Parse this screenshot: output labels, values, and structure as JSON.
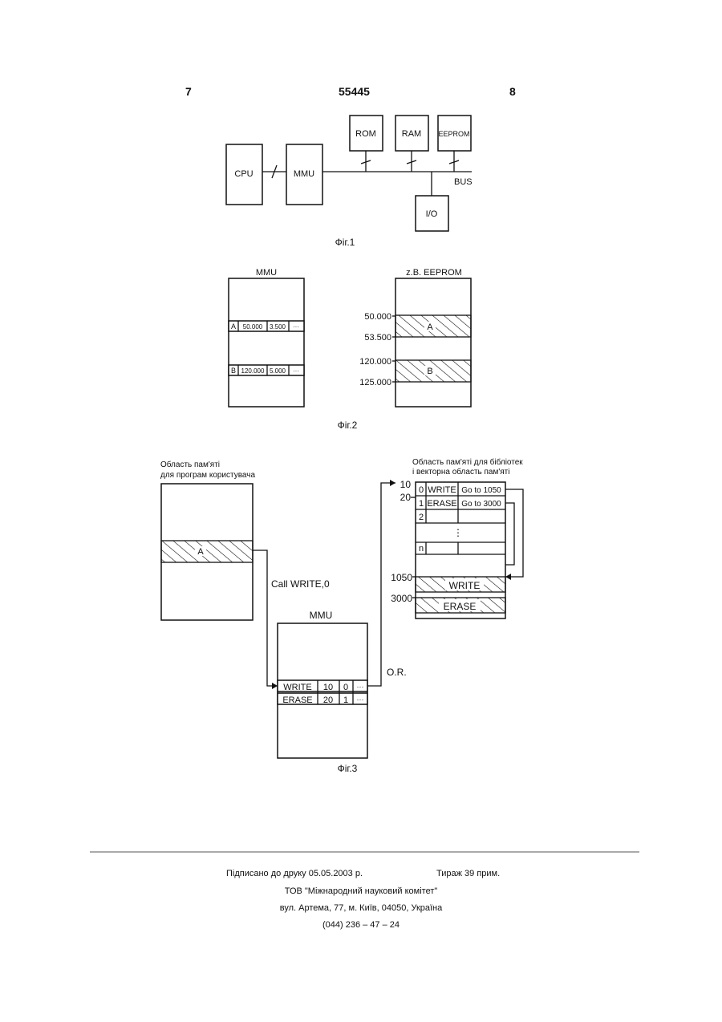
{
  "header": {
    "left_page": "7",
    "patent_number": "55445",
    "right_page": "8"
  },
  "fig1": {
    "caption": "Фіг.1",
    "cpu": "CPU",
    "mmu": "MMU",
    "rom": "ROM",
    "ram": "RAM",
    "eeprom": "EEPROM",
    "io": "I/O",
    "bus": "BUS"
  },
  "fig2": {
    "caption": "Фіг.2",
    "mmu_title": "MMU",
    "eeprom_title": "z.B. EEPROM",
    "row_a": [
      "A",
      "50.000",
      "3.500",
      "···"
    ],
    "row_b": [
      "B",
      "120.000",
      "5.000",
      "···"
    ],
    "addresses": [
      "50.000",
      "53.500",
      "120.000",
      "125.000"
    ],
    "region_a": "A",
    "region_b": "B"
  },
  "fig3": {
    "caption": "Фіг.3",
    "user_area_line1": "Область пам'яті",
    "user_area_line2": "для програм користувача",
    "lib_area_line1": "Область пам'яті для бібліотек",
    "lib_area_line2": "і векторна область пам'яті",
    "region_a": "A",
    "call": "Call WRITE,0",
    "mmu_title": "MMU",
    "or_label": "O.R.",
    "mmu_rows": [
      [
        "WRITE",
        "10",
        "0",
        "···"
      ],
      [
        "ERASE",
        "20",
        "1",
        "···"
      ]
    ],
    "vector_rows": [
      [
        "0",
        "WRITE",
        "Go to 1050"
      ],
      [
        "1",
        "ERASE",
        "Go to 3000"
      ],
      [
        "2",
        "",
        ""
      ],
      [
        "",
        "⋮",
        ""
      ],
      [
        "n",
        "",
        ""
      ]
    ],
    "addr_10": "10",
    "addr_20": "20",
    "addr_1050": "1050",
    "addr_3000": "3000",
    "write_block": "WRITE",
    "erase_block": "ERASE"
  },
  "footer": {
    "signed": "Підписано до друку 05.05.2003 р.",
    "circulation": "Тираж 39 прим.",
    "publisher": "ТОВ \"Міжнародний науковий комітет\"",
    "address": "вул. Артема, 77, м. Київ, 04050, Україна",
    "phone": "(044) 236 – 47 – 24"
  }
}
